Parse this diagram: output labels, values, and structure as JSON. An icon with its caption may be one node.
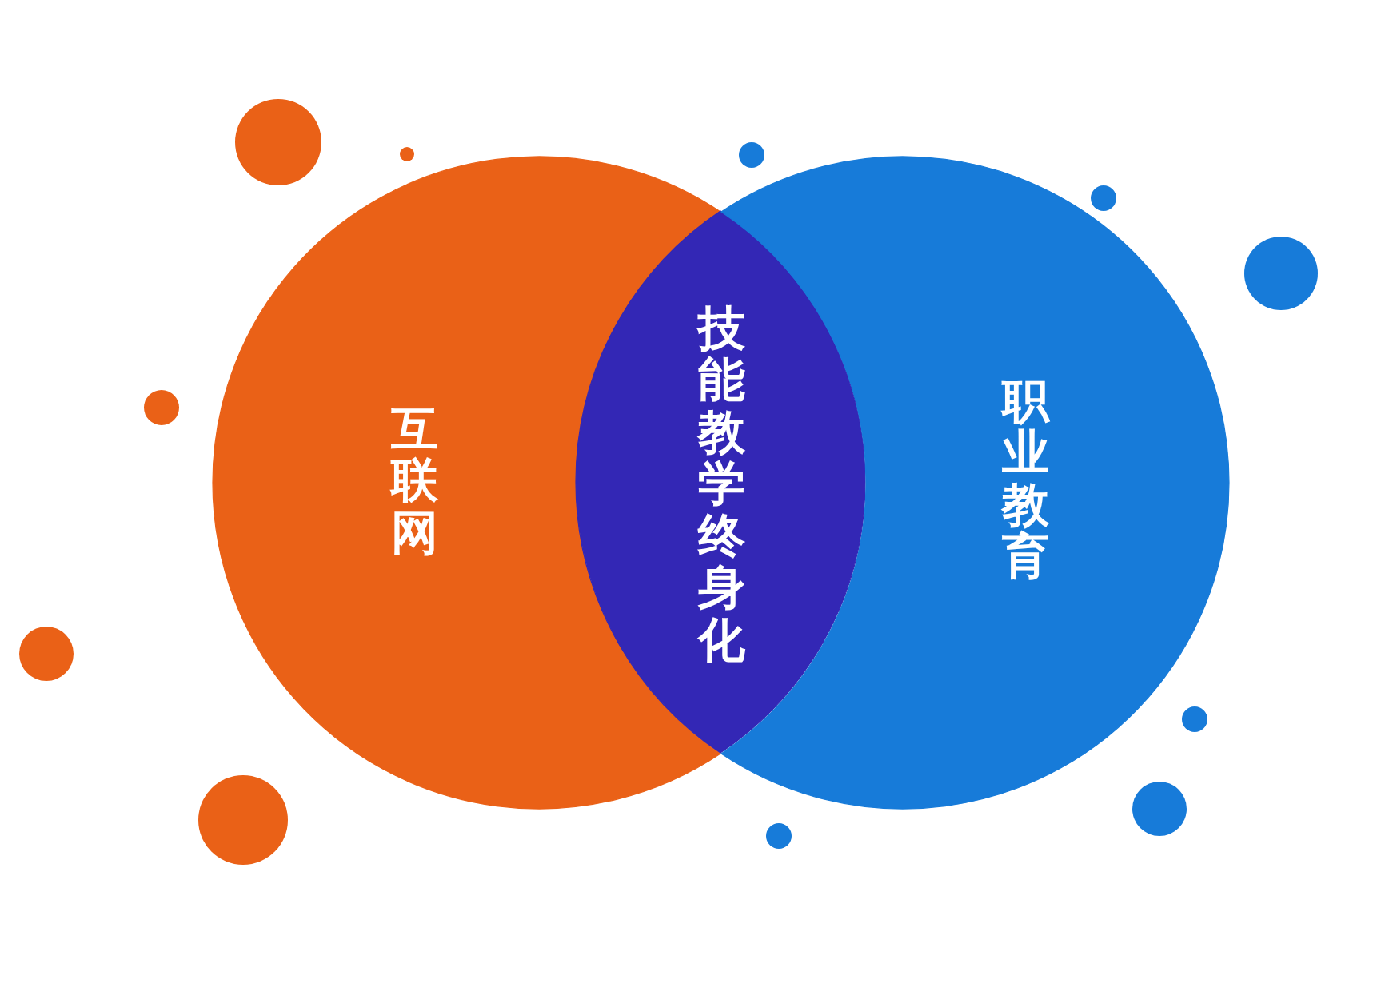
{
  "diagram": {
    "nodes": [
      {
        "text": [
          "互联网"
        ]
      },
      {
        "text": [
          "技能教学终身化"
        ]
      },
      {
        "text": [
          "职业教育"
        ]
      },
      {
        "text": [],
        "shape": "circle"
      },
      {
        "text": [],
        "shape": "circle"
      },
      {
        "text": [],
        "shape": "circle"
      },
      {
        "text": [],
        "shape": "circle"
      },
      {
        "text": [],
        "shape": "circle"
      },
      {
        "text": [],
        "shape": "circle"
      },
      {
        "text": [],
        "shape": "circle"
      },
      {
        "text": [],
        "shape": "circle"
      },
      {
        "text": [],
        "shape": "circle"
      },
      {
        "text": [],
        "shape": "circle"
      },
      {
        "text": [],
        "shape": "circle"
      }
    ],
    "edges": []
  }
}
